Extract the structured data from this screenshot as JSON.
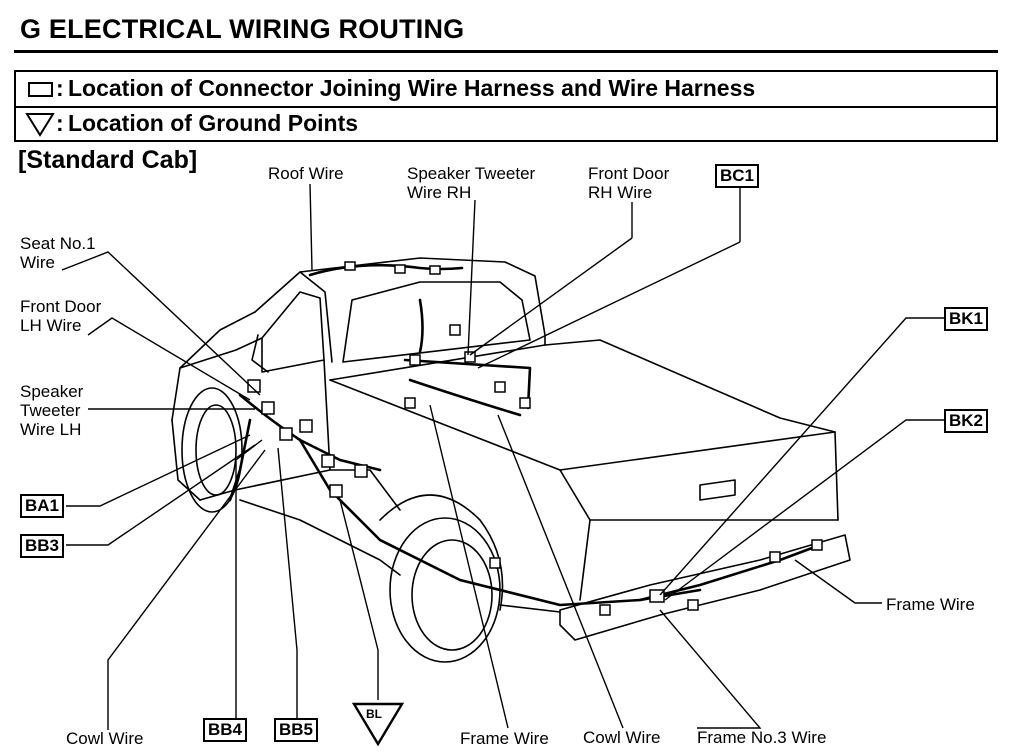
{
  "header": {
    "title": "G  ELECTRICAL WIRING ROUTING",
    "legend_connector": "Location of Connector Joining Wire Harness and Wire Harness",
    "legend_ground": "Location of Ground Points",
    "colon": ":",
    "subtitle": "[Standard Cab]"
  },
  "labels": {
    "roof_wire": "Roof Wire",
    "speaker_tweeter_rh_1": "Speaker Tweeter",
    "speaker_tweeter_rh_2": "Wire RH",
    "front_door_rh_1": "Front Door",
    "front_door_rh_2": "RH Wire",
    "seat_no1_1": "Seat No.1",
    "seat_no1_2": "Wire",
    "front_door_lh_1": "Front Door",
    "front_door_lh_2": "LH Wire",
    "speaker_tweeter_lh_1": "Speaker",
    "speaker_tweeter_lh_2": "Tweeter",
    "speaker_tweeter_lh_3": "Wire LH",
    "frame_wire_right": "Frame Wire",
    "cowl_wire_left": "Cowl Wire",
    "frame_wire_bottom": "Frame Wire",
    "cowl_wire_bottom": "Cowl Wire",
    "frame_no3_wire": "Frame No.3 Wire"
  },
  "connectors": {
    "bc1": "BC1",
    "bk1": "BK1",
    "bk2": "BK2",
    "ba1": "BA1",
    "bb3": "BB3",
    "bb4": "BB4",
    "bb5": "BB5"
  },
  "ground": {
    "bl": "BL"
  }
}
